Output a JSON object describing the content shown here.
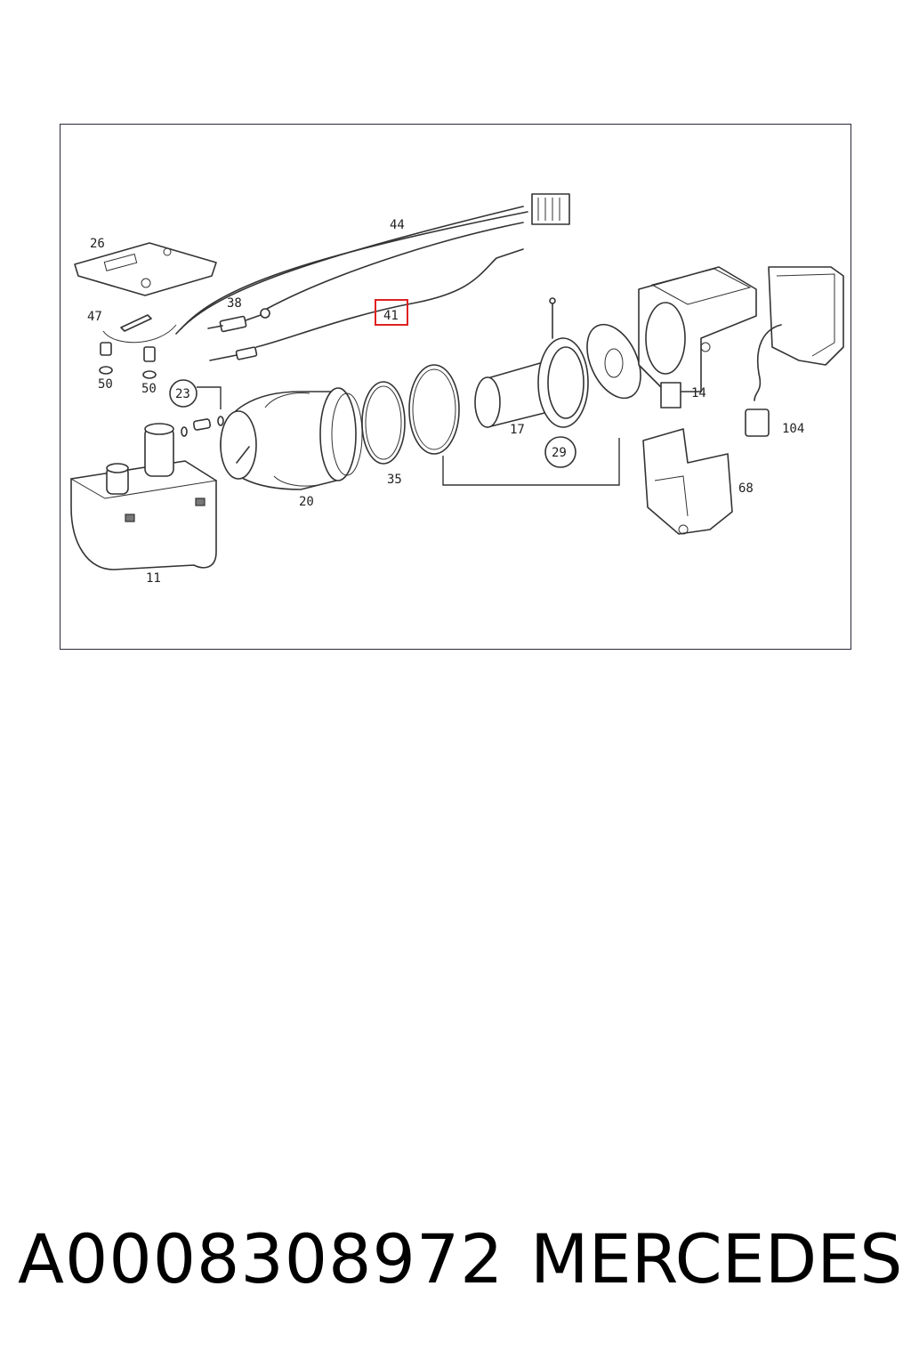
{
  "diagram": {
    "callouts": {
      "c44": "44",
      "c26": "26",
      "c38": "38",
      "c41": "41",
      "c47": "47",
      "c50a": "50",
      "c50b": "50",
      "c23": "23",
      "c20": "20",
      "c35": "35",
      "c17": "17",
      "c29": "29",
      "c14": "14",
      "c104": "104",
      "c68": "68",
      "c11": "11"
    },
    "highlight_color": "#e02020"
  },
  "footer": {
    "part_number": "A0008308972",
    "brand": "MERCEDES"
  }
}
